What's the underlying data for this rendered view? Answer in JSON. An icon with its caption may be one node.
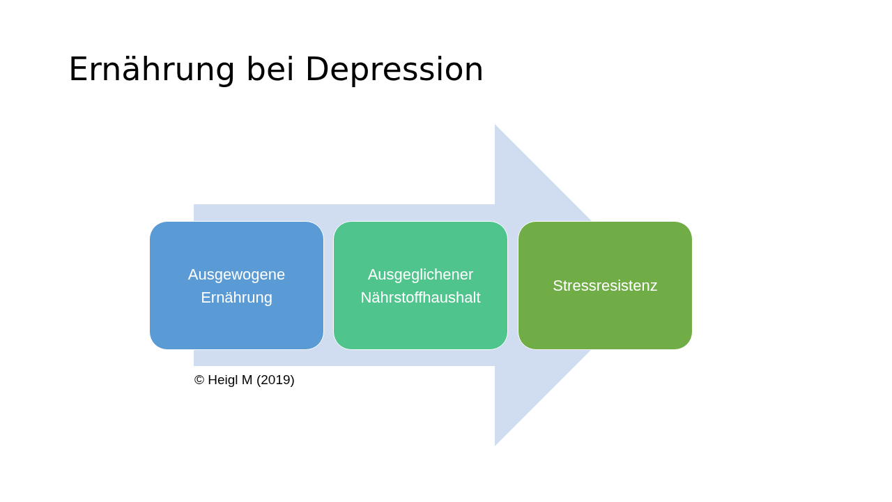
{
  "diagram": {
    "title": "Ernährung bei Depression",
    "nodes": [
      {
        "text": [
          "Ausgewogene Ernährung"
        ]
      },
      {
        "text": [
          "Ausgeglichener Nährstoffhaushalt"
        ]
      },
      {
        "text": [
          "Stressresistenz"
        ]
      }
    ],
    "edges": [
      {
        "from": 0,
        "to": 2,
        "arrow": "to"
      }
    ],
    "labels": [
      "© Heigl M (2019)"
    ]
  }
}
